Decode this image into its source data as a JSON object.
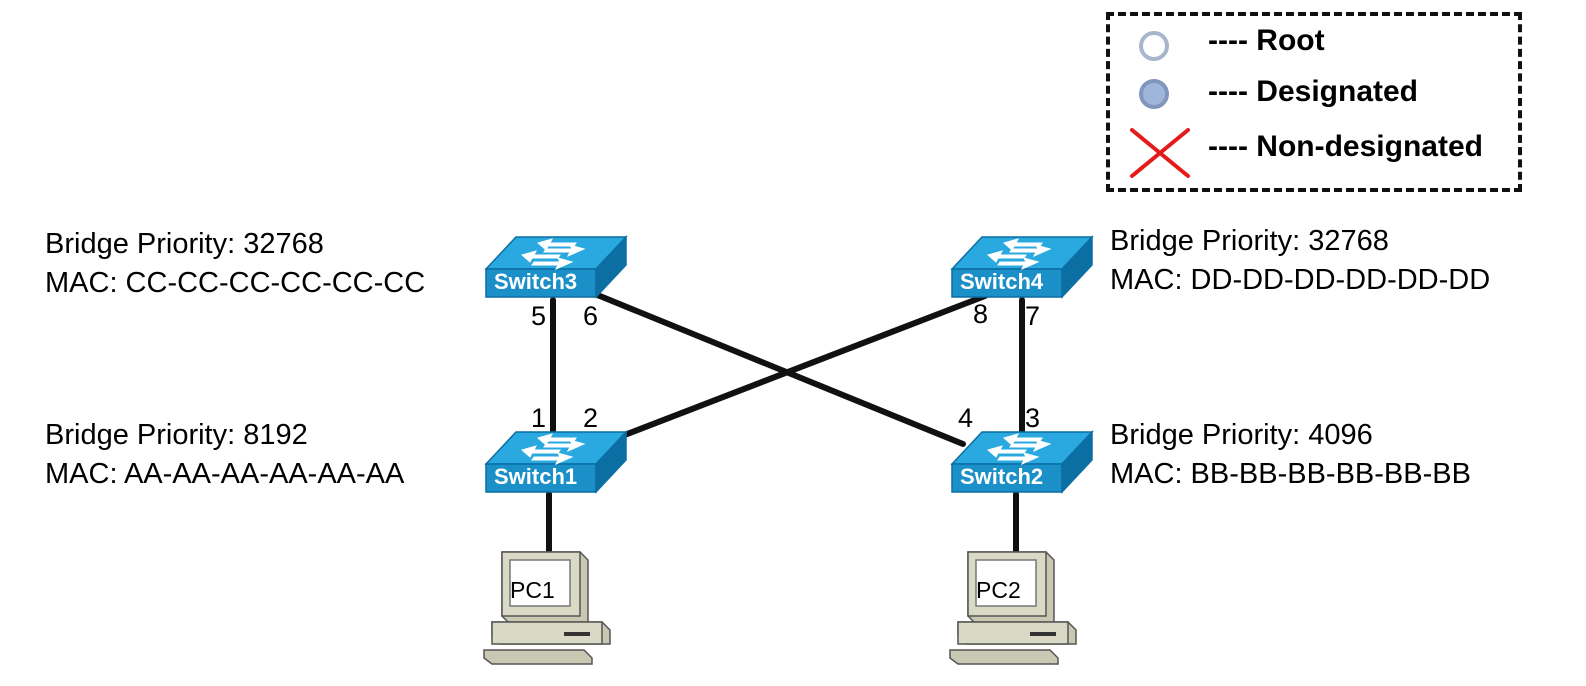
{
  "legend": {
    "root": "---- Root",
    "designated": "---- Designated",
    "non_designated": "---- Non-designated"
  },
  "switches": {
    "switch1": {
      "name": "Switch1",
      "priority": "Bridge Priority: 8192",
      "mac": "MAC: AA-AA-AA-AA-AA-AA"
    },
    "switch2": {
      "name": "Switch2",
      "priority": "Bridge Priority: 4096",
      "mac": "MAC: BB-BB-BB-BB-BB-BB"
    },
    "switch3": {
      "name": "Switch3",
      "priority": "Bridge Priority: 32768",
      "mac": "MAC: CC-CC-CC-CC-CC-CC"
    },
    "switch4": {
      "name": "Switch4",
      "priority": "Bridge Priority: 32768",
      "mac": "MAC: DD-DD-DD-DD-DD-DD"
    }
  },
  "ports": {
    "p1": "1",
    "p2": "2",
    "p3": "3",
    "p4": "4",
    "p5": "5",
    "p6": "6",
    "p7": "7",
    "p8": "8"
  },
  "pcs": {
    "pc1": "PC1",
    "pc2": "PC2"
  },
  "colors": {
    "switch_top": "#2aa9e0",
    "switch_front": "#1a8fc8",
    "switch_side": "#0b6fa3",
    "link": "#111111",
    "root_fill": "#ffffff",
    "root_stroke": "#a7b6cc",
    "designated_fill": "#9fb5da",
    "designated_stroke": "#8196bd",
    "non_designated": "#e41b1b",
    "pc_body": "#d9d9c6"
  }
}
